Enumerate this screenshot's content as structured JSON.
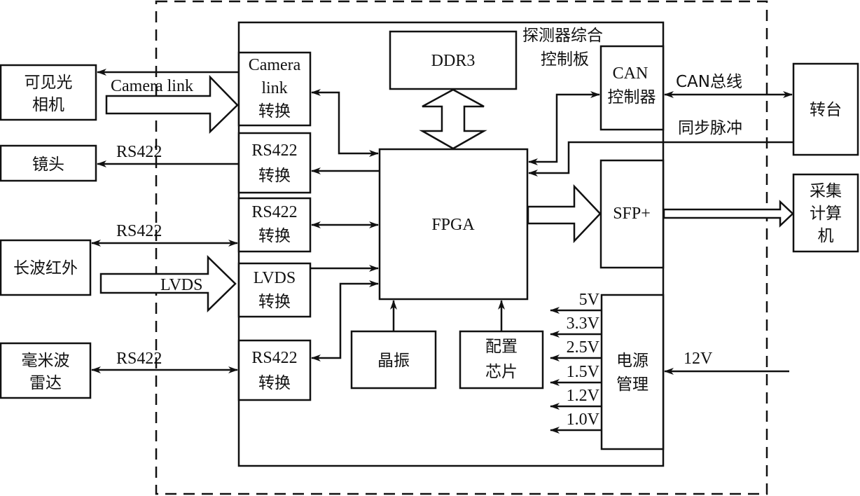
{
  "diagram": {
    "board_title": [
      "探测器综合",
      "控制板"
    ],
    "external": {
      "visible_camera": [
        "可见光",
        "相机"
      ],
      "lens": [
        "镜头"
      ],
      "lwir": [
        "长波红外"
      ],
      "mmw_radar": [
        "毫米波",
        "雷达"
      ],
      "turntable": [
        "转台"
      ],
      "acq_computer": [
        "采集",
        "计算",
        "机"
      ]
    },
    "internal": {
      "cameralink_conv": [
        "Camera",
        "link",
        "转换"
      ],
      "rs422_conv_1": [
        "RS422",
        "转换"
      ],
      "rs422_conv_2": [
        "RS422",
        "转换"
      ],
      "lvds_conv": [
        "LVDS",
        "转换"
      ],
      "rs422_conv_3": [
        "RS422",
        "转换"
      ],
      "ddr3": [
        "DDR3"
      ],
      "fpga": [
        "FPGA"
      ],
      "can_ctrl": [
        "CAN",
        "控制器"
      ],
      "sfp": [
        "SFP+"
      ],
      "crystal": [
        "晶振"
      ],
      "config_chip": [
        "配置",
        "芯片"
      ],
      "power_mgmt": [
        "电源",
        "管理"
      ]
    },
    "links": {
      "camera_link": "Camera link",
      "rs422_lens": "RS422",
      "rs422_lwir": "RS422",
      "lvds": "LVDS",
      "rs422_radar": "RS422",
      "can_bus": "CAN总线",
      "sync_pulse": "同步脉冲",
      "input_12v": "12V"
    },
    "power_rails": [
      "5V",
      "3.3V",
      "2.5V",
      "1.5V",
      "1.2V",
      "1.0V"
    ]
  }
}
